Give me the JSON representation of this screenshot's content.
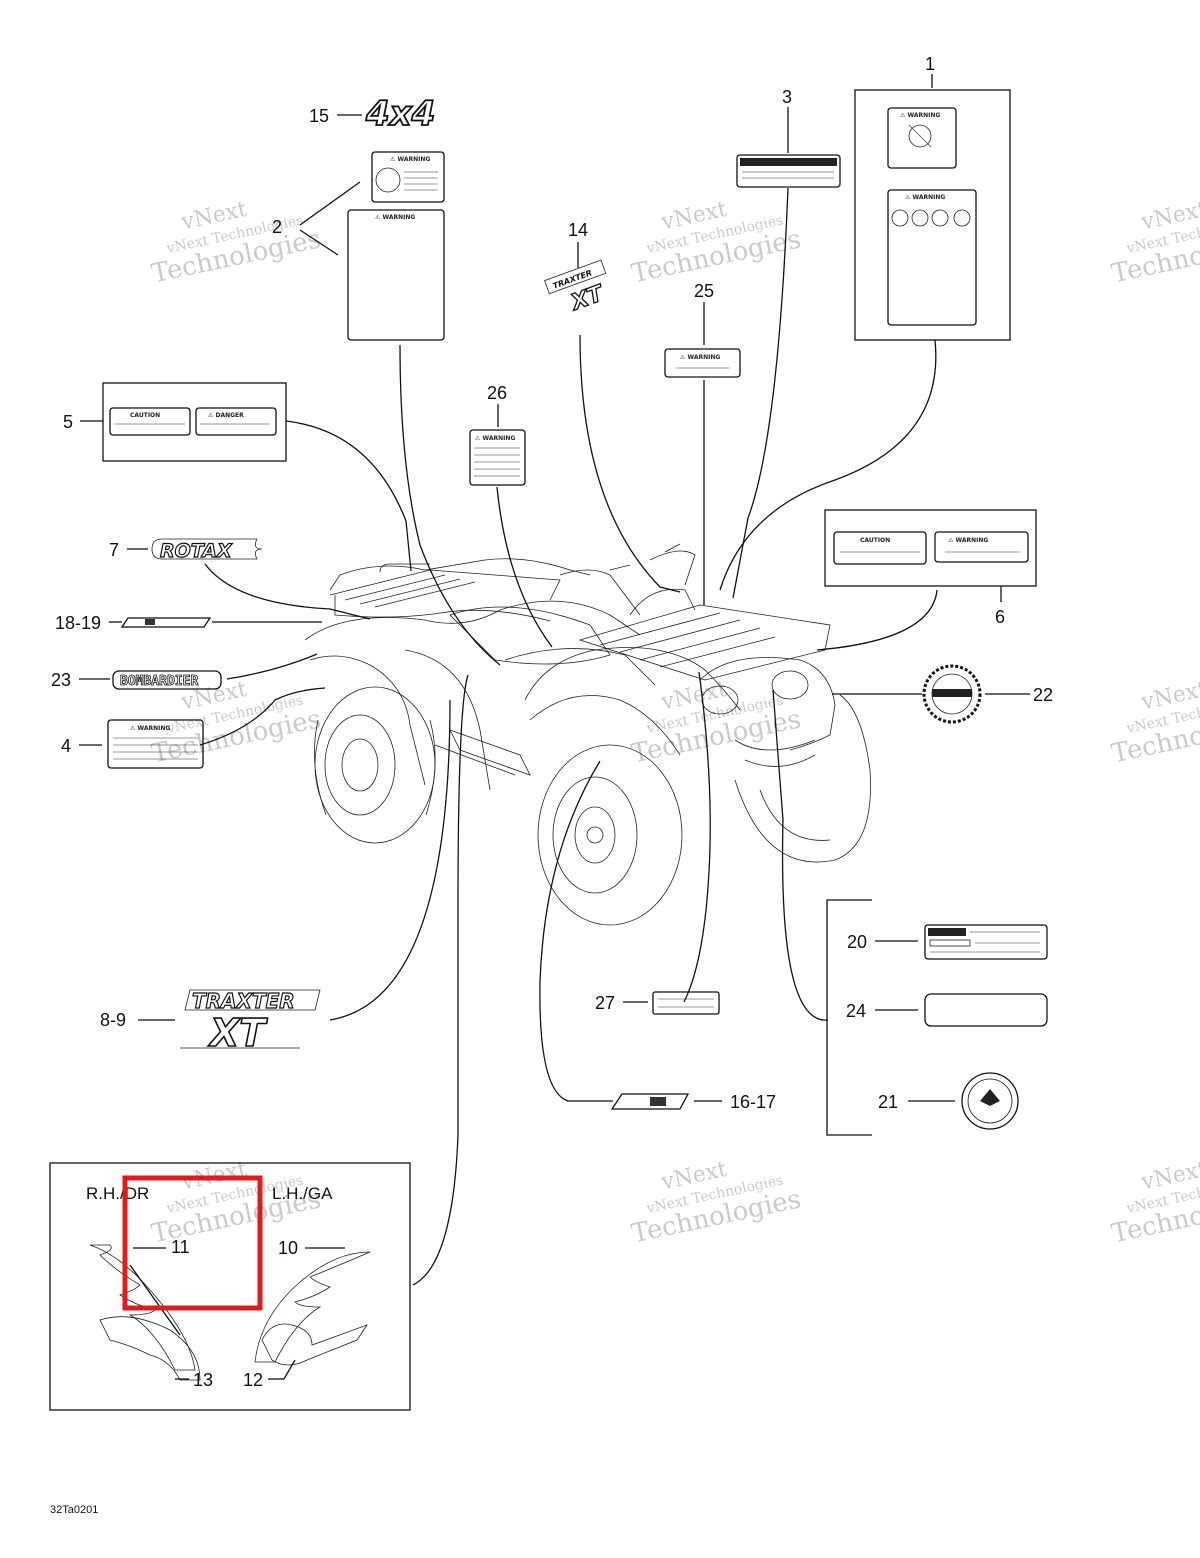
{
  "callouts": {
    "c1": "1",
    "c3": "3",
    "c15": "15",
    "c2": "2",
    "c14": "14",
    "c25": "25",
    "c26": "26",
    "c5": "5",
    "c6": "6",
    "c7": "7",
    "c18_19": "18-19",
    "c23": "23",
    "c22": "22",
    "c4": "4",
    "c20": "20",
    "c24": "24",
    "c27": "27",
    "c21": "21",
    "c8_9": "8-9",
    "c16_17": "16-17",
    "c11": "11",
    "c10": "10",
    "c13": "13",
    "c12": "12"
  },
  "inset": {
    "rh_label": "R.H./DR",
    "lh_label": "L.H./GA"
  },
  "decals": {
    "fourbyfour": "4x4",
    "rotax": "ROTAX",
    "bombardier": "BOMBARDIER",
    "traxter": "TRAXTER",
    "xt": "XT",
    "warning": "⚠ WARNING",
    "caution": "CAUTION",
    "danger": "⚠ DANGER"
  },
  "watermark": {
    "line1": "vNext Technologies",
    "line2": "Technologies",
    "line3": "vNext"
  },
  "figure_code": "32Ta0201",
  "highlight_color": "#e01b1b"
}
